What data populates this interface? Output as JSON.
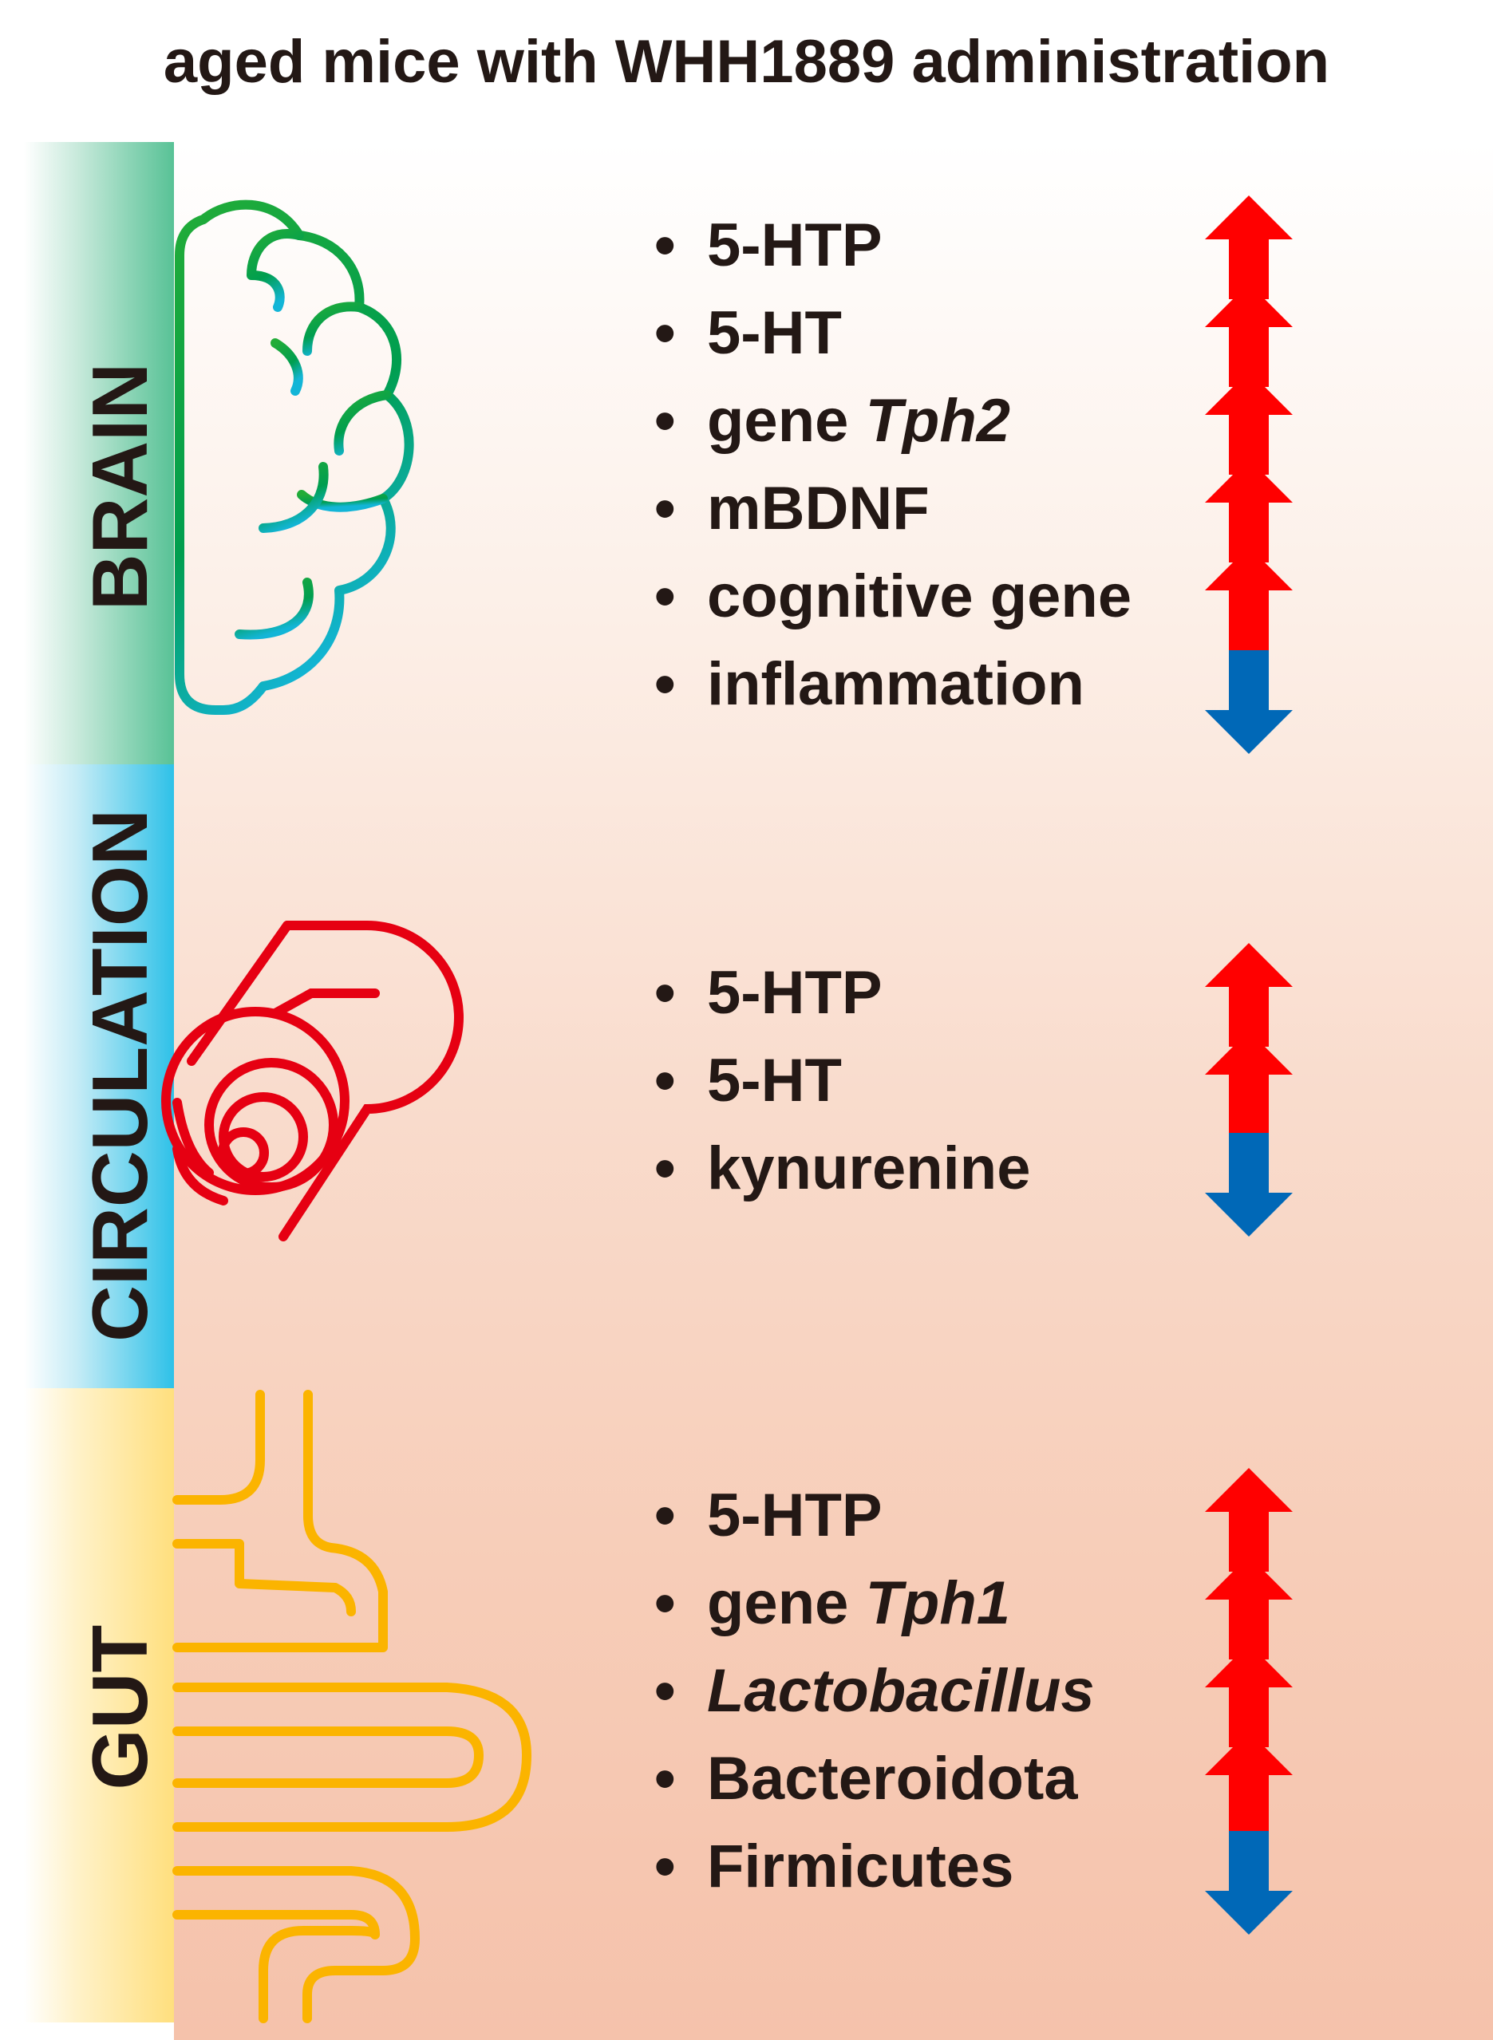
{
  "title": "aged mice with WHH1889 administration",
  "colors": {
    "up_arrow": "#ff0000",
    "down_arrow": "#0068b7",
    "brain_band": "#58c296",
    "circulation_band": "#2ec1e8",
    "gut_band": "#ffdf7e",
    "brain_icon": "#0aa04a",
    "vessel_icon": "#e60012",
    "gut_icon": "#fbb400"
  },
  "sections": {
    "brain": {
      "label": "BRAIN",
      "icon": "brain-icon",
      "items": [
        {
          "prefix": "5-HTP",
          "italic": "",
          "direction": "up"
        },
        {
          "prefix": "5-HT",
          "italic": "",
          "direction": "up"
        },
        {
          "prefix": "gene ",
          "italic": "Tph2",
          "direction": "up"
        },
        {
          "prefix": "mBDNF",
          "italic": "",
          "direction": "up"
        },
        {
          "prefix": "cognitive gene",
          "italic": "",
          "direction": "up"
        },
        {
          "prefix": "inflammation",
          "italic": "",
          "direction": "down"
        }
      ]
    },
    "circulation": {
      "label": "CIRCULATION",
      "icon": "blood-vessel-icon",
      "items": [
        {
          "prefix": "5-HTP",
          "italic": "",
          "direction": "up"
        },
        {
          "prefix": "5-HT",
          "italic": "",
          "direction": "up"
        },
        {
          "prefix": "kynurenine",
          "italic": "",
          "direction": "down"
        }
      ]
    },
    "gut": {
      "label": "GUT",
      "icon": "intestine-icon",
      "items": [
        {
          "prefix": "5-HTP",
          "italic": "",
          "direction": "up"
        },
        {
          "prefix": "gene ",
          "italic": "Tph1",
          "direction": "up"
        },
        {
          "prefix": "",
          "italic": "Lactobacillus",
          "direction": "up"
        },
        {
          "prefix": "Bacteroidota",
          "italic": "",
          "direction": "up"
        },
        {
          "prefix": "Firmicutes",
          "italic": "",
          "direction": "down"
        }
      ]
    }
  }
}
